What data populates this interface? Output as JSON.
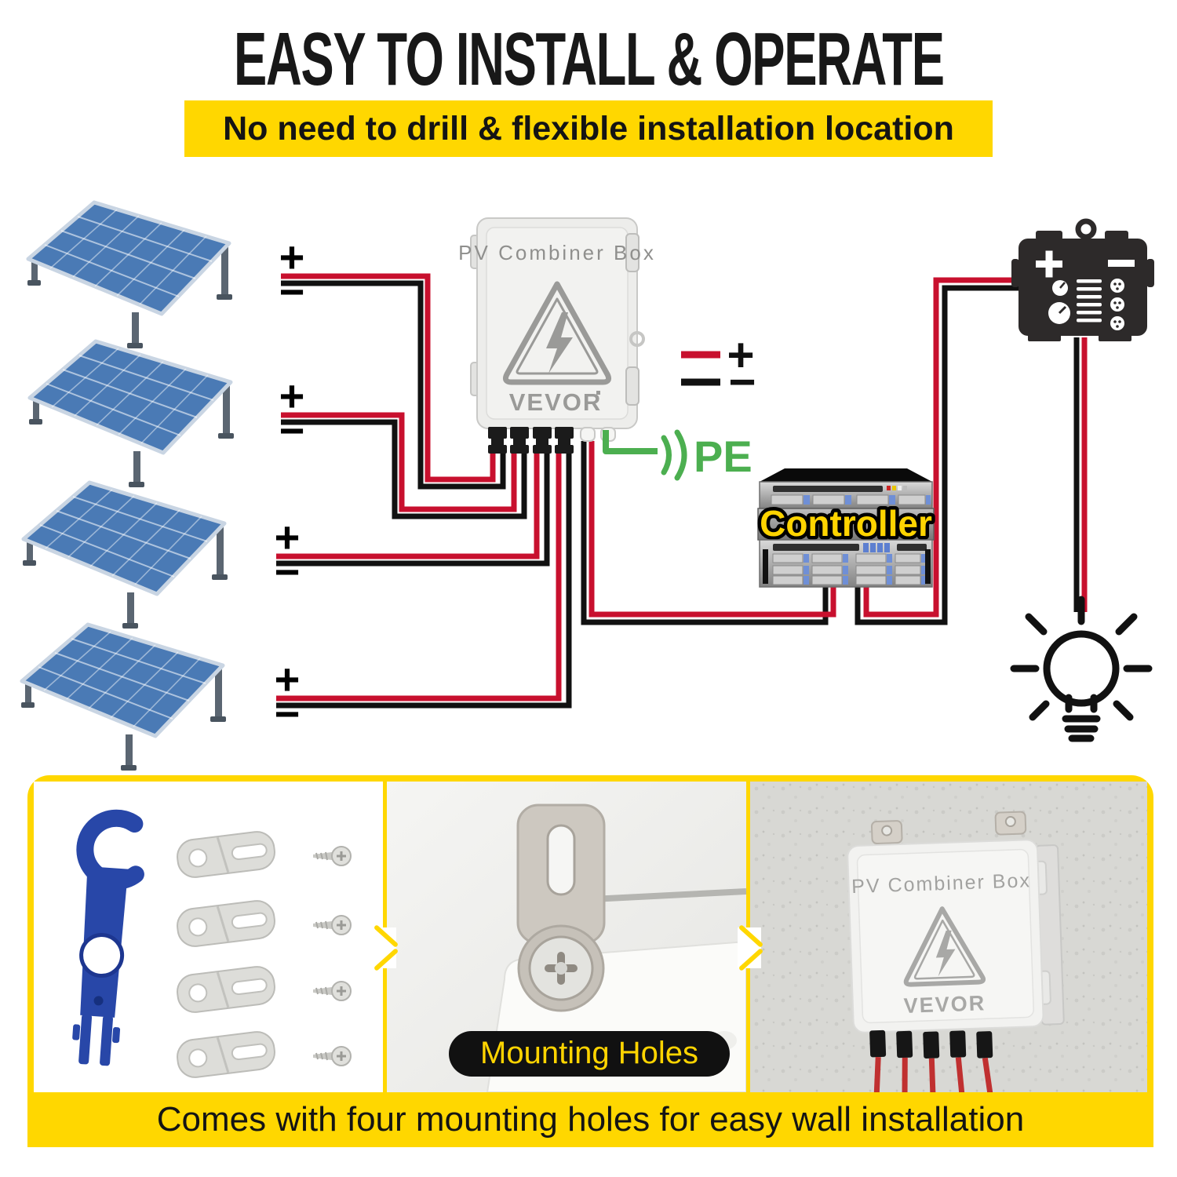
{
  "header": {
    "title": "EASY TO INSTALL & OPERATE",
    "subtitle": "No need to drill & flexible installation location"
  },
  "diagram": {
    "panels": [
      {
        "plus": "+",
        "minus": "−"
      },
      {
        "plus": "+",
        "minus": "−"
      },
      {
        "plus": "+",
        "minus": "−"
      },
      {
        "plus": "+",
        "minus": "−"
      }
    ],
    "combiner_box": {
      "label": "PV Combiner Box",
      "brand": "VEVOR"
    },
    "output_legend": {
      "plus": "+",
      "minus": "−"
    },
    "pe_label": "PE",
    "controller_label": "Controller"
  },
  "photos": {
    "mounting_label": "Mounting Holes",
    "wall_box": {
      "label": "PV Combiner Box",
      "brand": "VEVOR"
    }
  },
  "footer": {
    "caption": "Comes with four mounting holes for easy wall installation"
  },
  "colors": {
    "banner_yellow": "#FFD700",
    "wire_red": "#C8102E",
    "wire_black": "#111111",
    "pe_green": "#4CAF50",
    "panel_blue": "#4A7AB5",
    "controller_text_yellow": "#FFD400",
    "box_gray": "#EDEDEB",
    "wrench_blue": "#2847A8",
    "label_pill_black": "#111111"
  }
}
